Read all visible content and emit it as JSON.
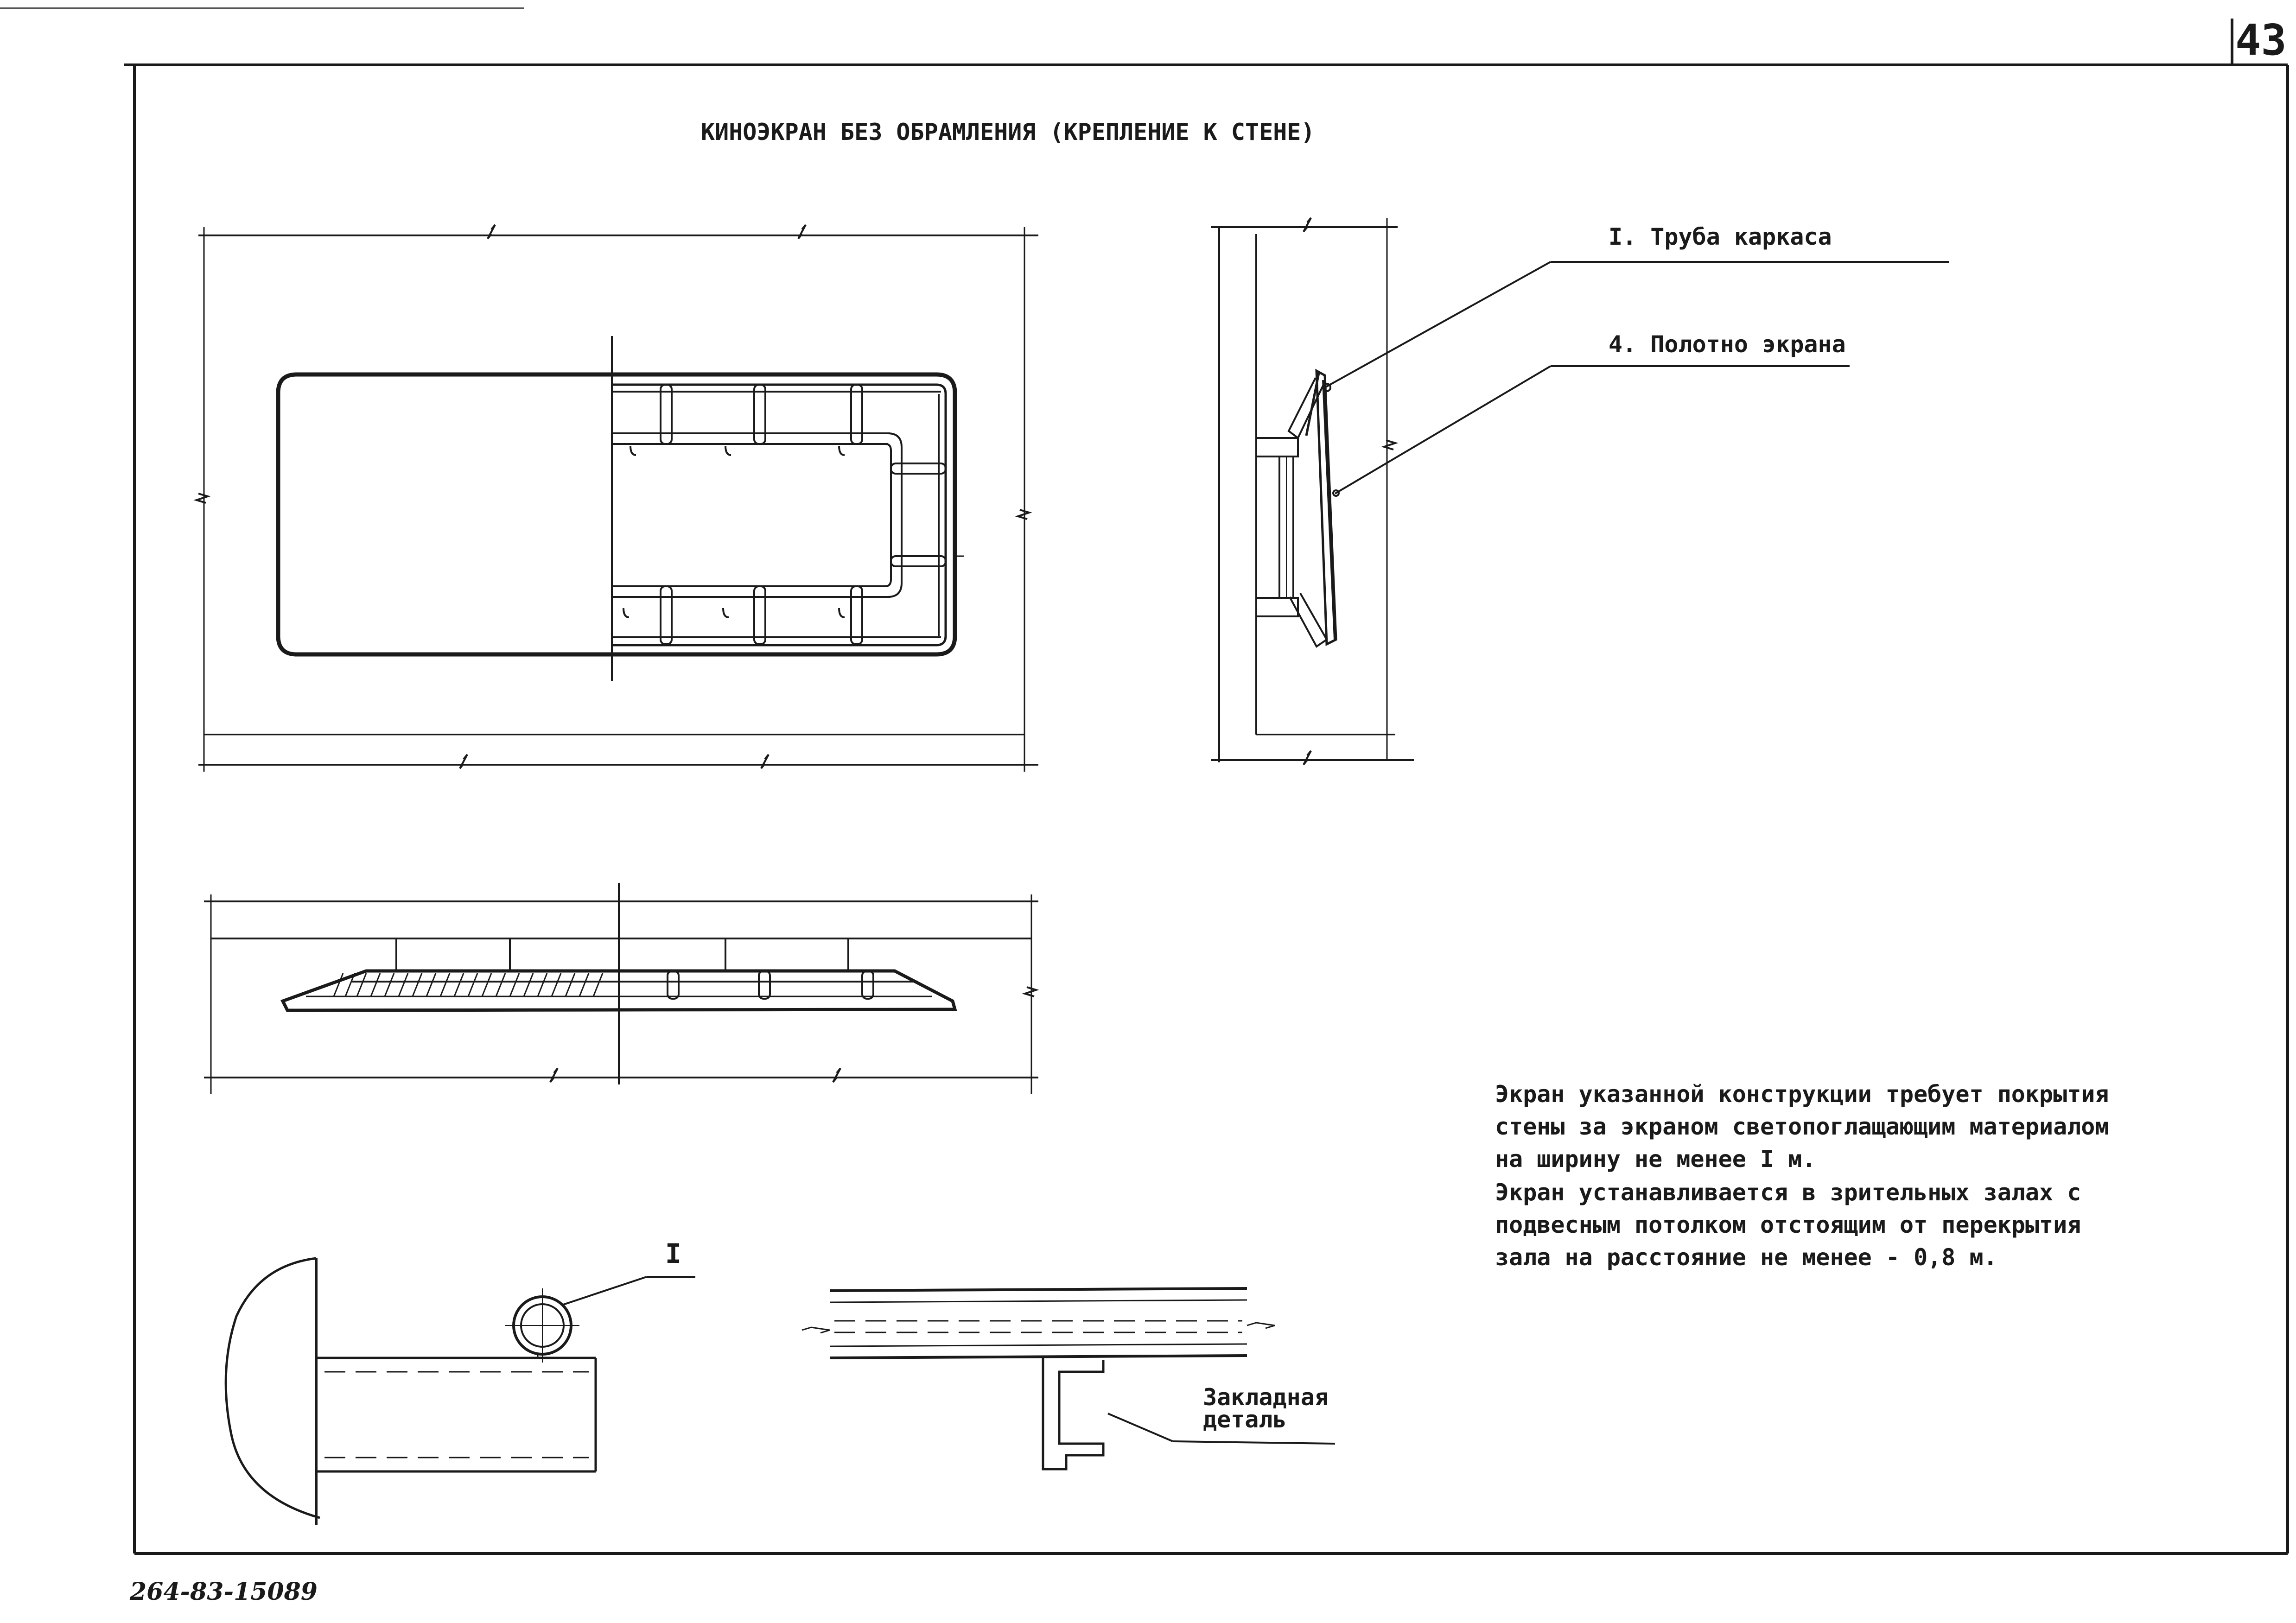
{
  "sheet": {
    "page_number": "43",
    "title": "КИНОЭКРАН БЕЗ ОБРАМЛЕНИЯ  (КРЕПЛЕНИЕ К СТЕНЕ)",
    "document_code": "264-83-15089"
  },
  "callouts": {
    "pipe": "I. Труба каркаса",
    "canvas": "4. Полотно экрана",
    "embedded_line1": "Закладная",
    "embedded_line2": "деталь",
    "detail_mark": "I"
  },
  "notes": {
    "lines": [
      "Экран указанной конструкции требует покрытия",
      "стены за экраном светопоглащающим материалом",
      "на ширину не менее I м.",
      "Экран устанавливается в зрительных залах с",
      "подвесным потолком отстоящим от перекрытия",
      "зала на  расстояние не менее - 0,8 м."
    ]
  },
  "colors": {
    "ink": "#1a1a1a",
    "paper": "#ffffff"
  }
}
